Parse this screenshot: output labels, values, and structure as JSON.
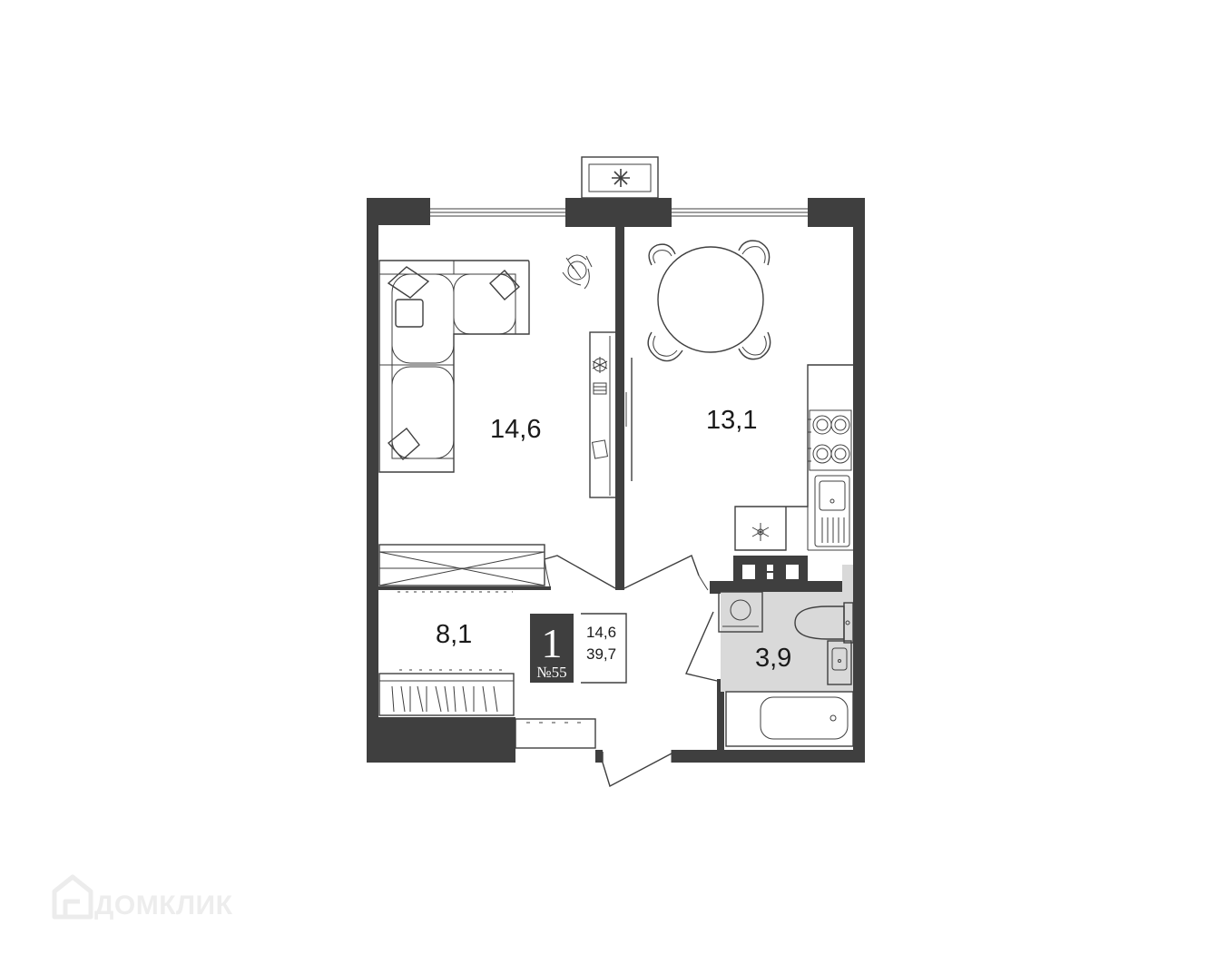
{
  "plan": {
    "apartment_rooms": "1",
    "apartment_number": "№55",
    "living_area": "14,6",
    "total_area": "39,7",
    "rooms": [
      {
        "id": "living-room",
        "area": "14,6"
      },
      {
        "id": "kitchen",
        "area": "13,1"
      },
      {
        "id": "hallway",
        "area": "8,1"
      },
      {
        "id": "bathroom",
        "area": "3,9"
      }
    ]
  },
  "watermark": {
    "text": "ДОМКЛИК"
  },
  "colors": {
    "wall": "#3f3f3f",
    "bathroom_floor": "#d9d9d9",
    "background": "#ffffff"
  }
}
